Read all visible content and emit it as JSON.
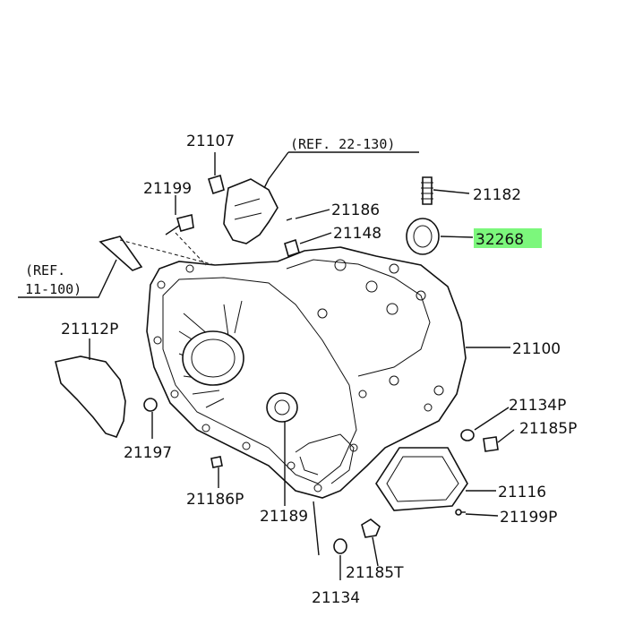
{
  "diagram": {
    "highlight_color": "#7cf77c",
    "labels": {
      "p21107": "21107",
      "p21199": "21199",
      "p21186": "21186",
      "p21148": "21148",
      "p21182": "21182",
      "p32268": "32268",
      "p21100": "21100",
      "p21112p": "21112P",
      "p21197": "21197",
      "p21186p": "21186P",
      "p21189": "21189",
      "p21134p": "21134P",
      "p21185p": "21185P",
      "p21116": "21116",
      "p21199p": "21199P",
      "p21185t": "21185T",
      "p21134": "21134"
    },
    "refs": {
      "ref_22_130": "(REF. 22-130)",
      "ref_11_100_a": "(REF.",
      "ref_11_100_b": "11-100)"
    }
  }
}
